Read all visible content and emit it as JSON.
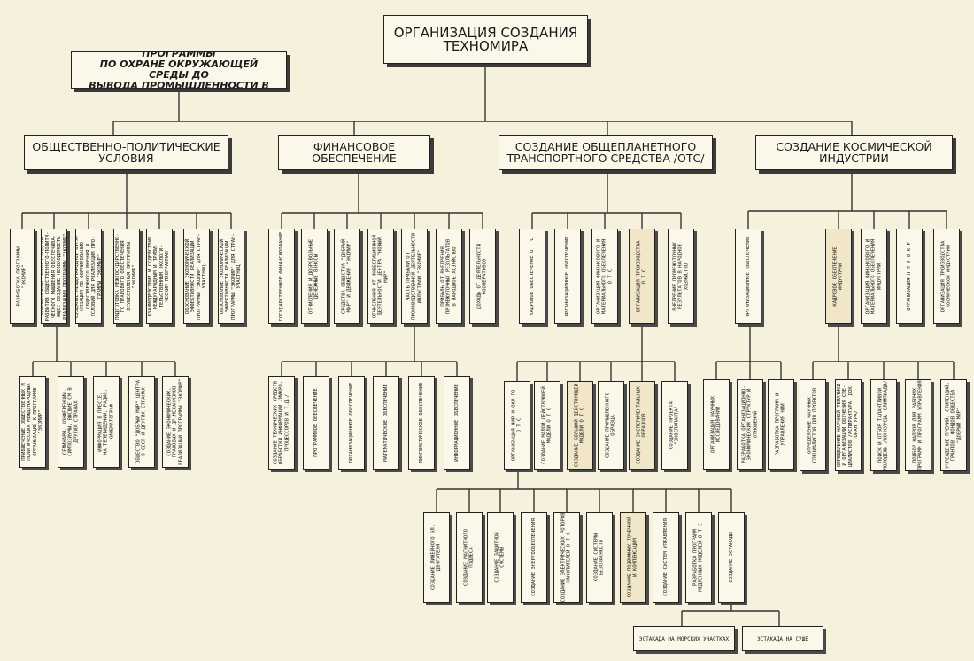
{
  "title": {
    "line1": "ОРГАНИЗАЦИЯ СОЗДАНИЯ",
    "line2": "ТЕХНОМИРА"
  },
  "programs": {
    "line1": "ИНТЕНСИФИЦИРОВАННЫЕ ПРОГРАММЫ",
    "line2": "ПО ОХРАНЕ ОКРУЖАЮЩЕЙ СРЕДЫ ДО",
    "line3": "ВЫВОДА ПРОМЫШЛЕННОСТИ В КОСМОС"
  },
  "branches": [
    {
      "line1": "ОБЩЕСТВЕННО-ПОЛИТИЧЕСКИЕ",
      "line2": "УСЛОВИЯ"
    },
    {
      "line1": "ФИНАНСОВОЕ",
      "line2": "ОБЕСПЕЧЕНИЕ"
    },
    {
      "line1": "СОЗДАНИЕ ОБЩЕПЛАНЕТНОГО",
      "line2": "ТРАНСПОРТНОГО СРЕДСТВА /ОТС/"
    },
    {
      "line1": "СОЗДАНИЕ КОСМИЧЕСКОЙ",
      "line2": "ИНДУСТРИИ"
    }
  ],
  "nodes": {
    "a1": "РАЗРАБОТКА ПРОГРАММЫ\n\"ЭКОМИР\"",
    "a2": "ФОРМИРОВАНИЕ НОВОГО МОДУЛЯ\nРАЗВИТИЯ ОБЩЕСТВЕННОГО-ПОЛИТИ-\nЧЕСКОГО МЫШЛЕНИЯ ОБЕСПЕЧИВА-\nЮЩЕЕ СОЗДАНИЕ НЕОБХОДИМОСТИ\nРЕАЛИЗАЦИИ ПРОГРАММЫ \"ЭКОМИР\"",
    "a3": "СОЗДАНИЕ МЕЖДУНАРОДНОЙ ОРГА-\nНИЗАЦИИ ПО ФОРМИРОВАНИЮ\nОБЩЕСТВЕННОГО МНЕНИЯ И\nУСЛОВИЙ ДЛЯ РЕАЛИЗАЦИИ ПРО-\nГРАММЫ \"ЭКОМИР\"",
    "a4": "ПОДГОТОВКА МЕЖГОСУДАРСТВЕННО-\nГО ПРАВОВОГО ОБЕСПЕЧЕНИЯ\nОСУЩЕСТВЛЕНИЯ ПРОГРАММЫ\n\"ЭКОМИР\"",
    "a5": "ВЗАИМОДЕЙСТВИЕ И СОДЕЙСТВИЕ\nМЕЖДУНАРОДНЫМ И ПРАВИ-\nТЕЛЬСТВЕННЫМ ЭКОЛОГИ-\nЧЕСКИМ ПРОГРАММАМ",
    "a6": "ОБОСНОВАНИЕ ЭКОНОМИЧЕСКОЙ\nЭФФЕКТИВНОСТИ РЕАЛИЗАЦИИ\nПРОГРАММЫ \"ЭКОМИР\" ДЛЯ СТРАН-\nУЧАСТНИЦ",
    "b1": "ГОСУДАРСТВЕННОЕ ФИНАНСИРОВАНИЕ",
    "b2": "ОТЧИСЛЕНИЯ И ДОБРОВОЛЬНЫЕ\nДЕНЕЖНЫЕ ВЗНОСЫ",
    "b3": "СРЕДСТВА ОБЩЕСТВА \"ДОБРЫЙ\nМИР\" И ДВИЖЕНИЯ \"ЭКОМИР\"",
    "b4": "ОТЧИСЛЕНИЯ ОТ ИНВЕСТИЦИОННОЙ\nДЕЯТЕЛЬНОСТИ ЦЕНТРА \"НОВЫЙ\nМИР\"",
    "b5": "ЧАСТЬ ПРИБЫЛИ ОТ\nПРОИЗВОДСТВЕННОЙ ДЕЯТЕЛЬНОСТИ\nИНДУСТРИИ \"ЭКОМИР\"",
    "b6": "ПРИБЫЛЬ ОТ ВНЕДРЕНИЯ\nПРОМЕЖУТОЧНЫХ РЕЗУЛЬТАТОВ\nВ НАРОДНОЕ ХОЗЯЙСТВО",
    "b7": "ДОХОДЫ ОТ ДЕЯТЕЛЬНОСТИ\nКООПЕРАТИВОВ",
    "c1": "КАДРОВОЕ ОБЕСПЕЧЕНИЕ О Т С",
    "c2": "ОРГАНИЗАЦИОННОЕ ОБЕСПЕЧЕНИЕ",
    "c3": "ОРГАНИЗАЦИЯ ФИНАНСОВОГО И\nМАТЕРИАЛЬНОГО ОБЕСПЕЧЕНИЯ\nО Т С",
    "c4": "ОРГАНИЗАЦИЯ ПРОИЗВОДСТВА\nО Т С",
    "c5": "ВНЕДРЕНИЕ ПРОМЕЖУТОЧНЫХ\nРЕЗУЛЬТАТОВ В НАРОДНОЕ\nХОЗЯЙСТВО",
    "d1": "ОРГАНИЗАЦИОННОЕ ОБЕСПЕЧЕНИЕ",
    "d2": "КАДРОВОЕ ОБЕСПЕЧЕНИЕ\nИНДУСТРИИ",
    "d3": "ОРГАНИЗАЦИЯ ФИНАНСОВОГО И\nМАТЕРИАЛЬНОГО ОБЕСПЕЧЕНИЯ\nИНДУСТРИИ",
    "d4": "ОРГАНИЗАЦИЯ Н И Р О К Р",
    "d5": "ОРГАНИЗАЦИЯ ПРОИЗВОДСТВА\nКОСМИЧЕСКОЙ ИНДУСТРИИ",
    "e1": "ПРИВЛЕЧЕНИЕ ОБЩЕСТВЕННЫХ И\nПОЛИТИЧЕСКИХ МЕЖДУНАРОДНЫХ\nОРГАНИЗАЦИЙ К ПРОГРАММЕ\n\"ЭКОМИР\"",
    "e2": "СЕМИНАРЫ, КОНФЕРЕНЦИИ,\nСИМПОЗИУМЫ, ВЫСШИЕ СМ В\nДРУГИХ СТРАНАХ",
    "e3": "ИНФОРМАЦИЯ В ПРЕССЕ,\nНА ТЕЛЕВИДЕНИИ, РАДИО,\nКИНЕМАТОГРАФ",
    "e4": "ОБЩЕСТВО \"ДОБРЫЙ МИР\" ЦЕНТРА\nВ СССР И ДРУГИХ СТРАНАХ",
    "e5": "СОЗДАНИЕ ЭКОНОМИЧЕСКИХ,\nПРАВОВЫХ И ДР.МЕХАНИЗМОВ\nРЕАЛИЗАЦИИ ПРОГРАММЫ \"ЭКОМИР\"",
    "f1": "СОЗДАНИЕ ТЕХНИЧЕСКИХ СРЕДСТВ\nОБРАБОТКИ ИНФОРМАЦИИ /МИКРО-\nПРОЦЕССОРОВ И Т.Д./",
    "f2": "ПРОГРАММНОЕ ОБЕСПЕЧЕНИЕ",
    "f3": "ОРГАНИЗАЦИОННОЕ ОБЕСПЕЧЕНИЕ",
    "f4": "МАТЕМАТИЧЕСКОЕ ОБЕСПЕЧЕНИЕ",
    "f5": "ЛИНГВИСТИЧЕСКОЕ ОБЕСПЕЧЕНИЕ",
    "f6": "ИНФОРМАЦИОННОЕ ОБЕСПЕЧЕНИЕ",
    "g1": "ОРГАНИЗАЦИЯ НИР И ОКР ПО\nО Т С",
    "g2": "СОЗДАНИЕ МАЛОЙ ДЕЙСТВУЮЩЕЙ\nМОДЕЛИ О Т С",
    "g3": "СОЗДАНИЕ БОЛЬШОЙ ДЕЙСТВУЮЩЕЙ\nМОДЕЛИ О Т С",
    "g4": "СОЗДАНИЕ ПРОМЫШЛЕННОГО\nОБРАЗЦА",
    "g5": "СОЗДАНИЕ ЭКСПЕРИМЕНТАЛЬНЫХ\nОБРАЗЦОВ",
    "g6": "СОЗДАНИЕ ПРОЕКТА\n\"ЭКОСПАЛАНТА\"",
    "h1": "ОРГАНИЗАЦИЯ НАУЧНЫХ\nИССЛЕДОВАНИЙ",
    "h2": "РАЗРАБОТКА ОРГАНИЗАЦИОННО-\nЭКОНОМИЧЕСКИХ СТРУКТУР И\nОТНОШЕНИЙ",
    "h3": "РАЗРАБОТКА ПРОГРАММ И\nУПРАВЛЕНИЯ НИИ",
    "i1": "ОПРЕДЕЛЕНИЕ НАУЧНЫХ\nСПЕЦИАЛИСТОВ ДЛЯ ПРОЕКТОВ",
    "i2": "ОПРЕДЕЛЕНИЕ НАУЧНОЙ ТЕМАТИКИ\nИ ОРГАНИЗАЦИИ ОБУЧЕНИЯ СПЕ-\nЦИАЛИСТОВ /АСПИРАНТУРА, ДОК-\nТОРАНТУРА/",
    "i3": "ПОИСК И ОТБОР ТАЛАНТЛИВОЙ\nМОЛОДЕЖИ /КОНКУРСЫ, ОЛИМПИАДЫ/",
    "i4": "ПОДБОР КАДРОВ ДЛЯ РАБОЧИХ\nПРОГРАММ И ПРОГРАММ УПРАВЛЕНИЯ",
    "i5": "УЧРЕЖДЕНИЕ ПРЕМИЙ, СТИПЕНДИЙ,\nГРАНТОВ, ФОНДОВ ОБЩЕСТВА\n\"ДОБРЫЙ МИР\"",
    "j1": "СОЗДАНИЕ ЛИНЕЙНОГО ЭЛ.\nДВИГАТЕЛЯ",
    "j2": "СОЗДАНИЕ МАГНИТНОГО\nПОДВЕСА",
    "j3": "СОЗДАНИЕ ЗАЩИТНОЙ\nСИСТЕМЫ",
    "j4": "СОЗДАНИЕ ЭНЕРГООБЕСПЕЧЕНИЯ",
    "j5": "СОЗДАНИЕ ЭЛЕКТРИЧЕСКИХ РОТОРОВ\nНАКОПИТЕЛЕЙ О Т С",
    "j6": "СОЗДАНИЕ СИСТЕМЫ\nБЕЗОПАСНОСТИ",
    "j7": "СОЗДАНИЕ ПОДВИЖНЫХ ТОЧЕЧНОЙ\nИ КОМПЕНСАЦИИ",
    "j8": "СОЗДАНИЕ СИСТЕМ УПРАВЛЕНИЯ",
    "j9": "РАЗРАБОТКА ПРОГРАММ\nМЕДЛЕННЫХ МОДЕЛЕЙ О Т С",
    "j10": "СОЗДАНИЕ ЭСТАКАДЫ",
    "k1": "ЭСТАКАДА НА МОРСКИХ УЧАСТКАХ",
    "k2": "ЭСТАКАДА НА СУШЕ"
  }
}
